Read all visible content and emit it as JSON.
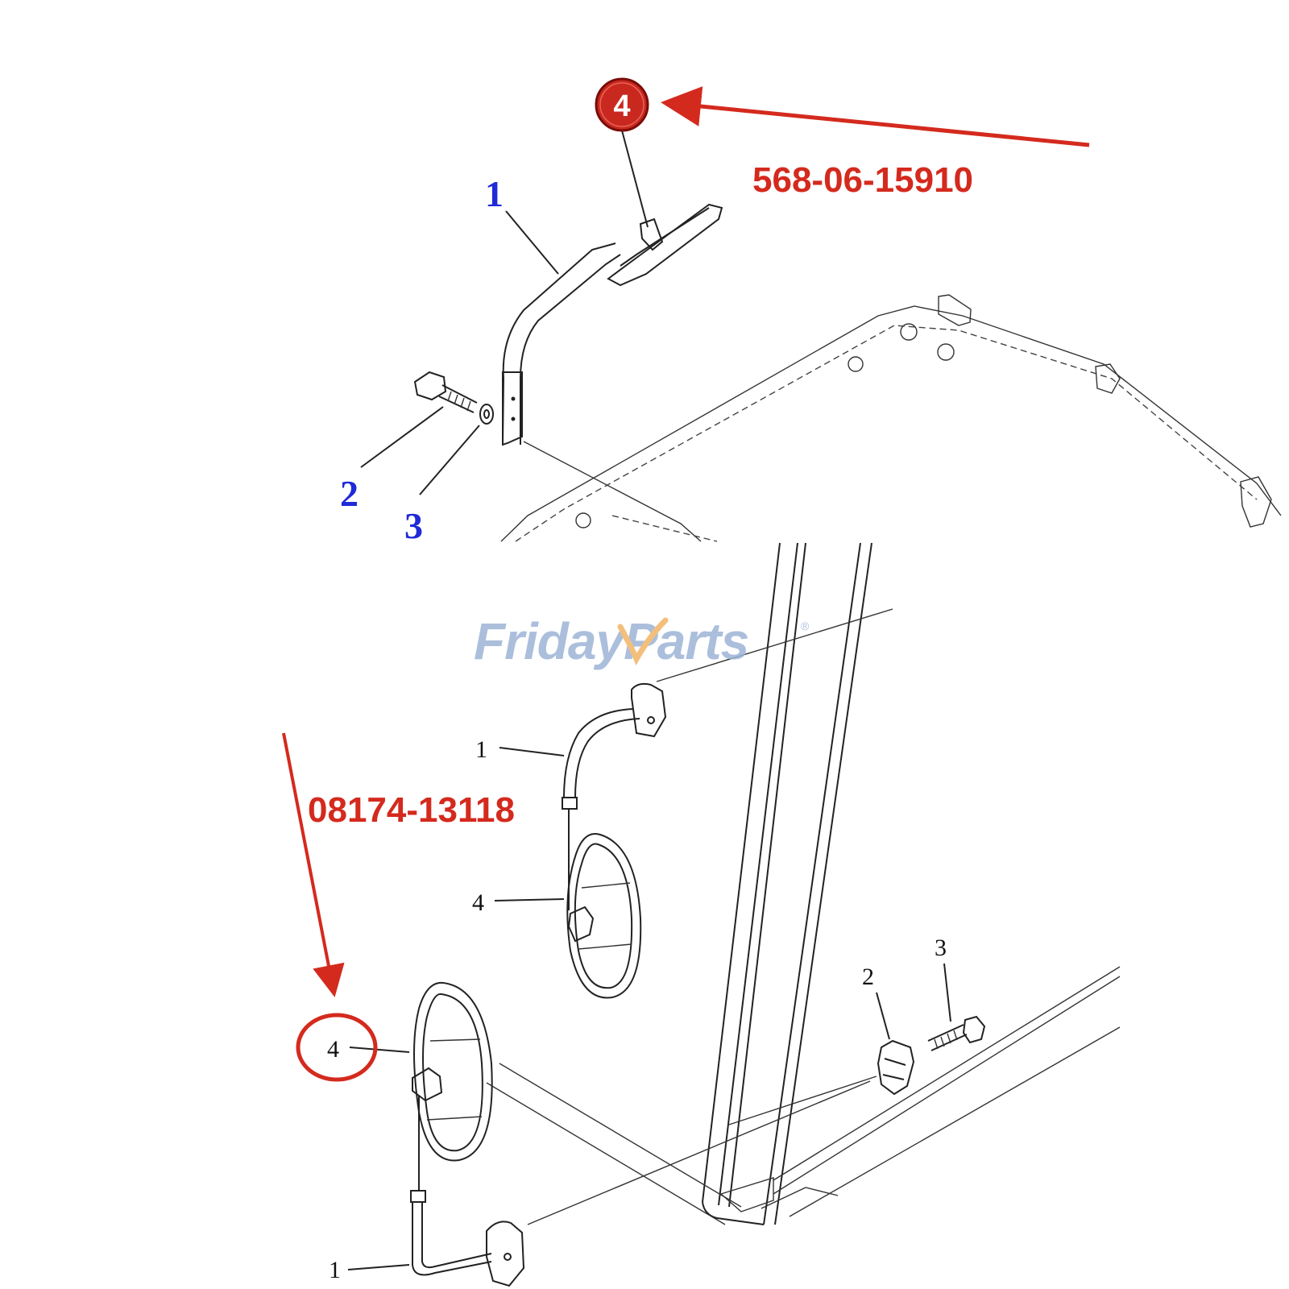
{
  "top_diagram": {
    "badge_label": "4",
    "part_number": "568-06-15910",
    "callouts": [
      "1",
      "2",
      "3"
    ]
  },
  "bottom_diagram": {
    "part_number": "08174-13118",
    "callouts": [
      "1",
      "4",
      "3",
      "2",
      "4",
      "1"
    ]
  },
  "watermark": {
    "brand_a": "Friday",
    "brand_b": "Parts",
    "mark": "®"
  },
  "colors": {
    "accent_red": "#d42a1e",
    "callout_blue": "#1f2ad8",
    "watermark_blue": "#9db5d6",
    "watermark_orange": "#f2b566"
  }
}
